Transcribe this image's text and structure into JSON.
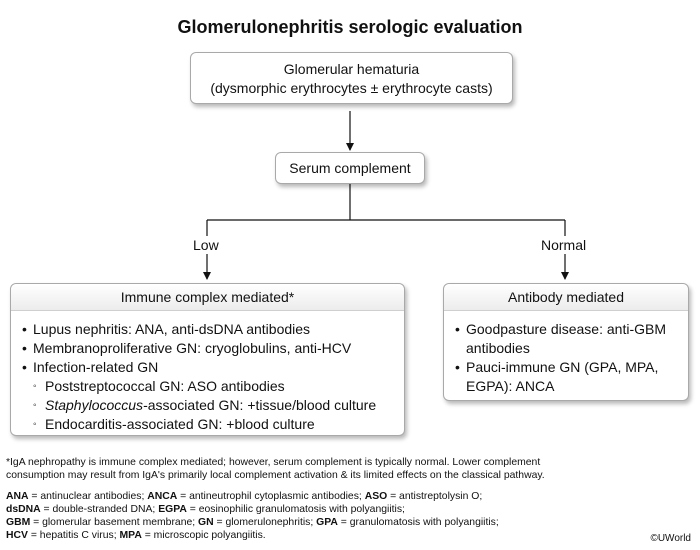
{
  "title": "Glomerulonephritis serologic evaluation",
  "nodes": {
    "hematuria": {
      "line1": "Glomerular hematuria",
      "line2": "(dysmorphic erythrocytes ± erythrocyte casts)"
    },
    "complement": "Serum complement",
    "low_label": "Low",
    "normal_label": "Normal"
  },
  "immune_box": {
    "header": "Immune complex mediated*",
    "items": [
      {
        "prefix": "",
        "em": "",
        "text": "Lupus nephritis: ANA, anti-dsDNA antibodies"
      },
      {
        "prefix": "",
        "em": "",
        "text": "Membranoproliferative GN: cryoglobulins, anti-HCV"
      },
      {
        "prefix": "",
        "em": "",
        "text": "Infection-related GN"
      }
    ],
    "subitems": [
      {
        "em": "",
        "text": "Poststreptococcal GN: ASO antibodies"
      },
      {
        "em": "Staphylococcus",
        "text": "-associated GN: +tissue/blood culture"
      },
      {
        "em": "",
        "text": "Endocarditis-associated GN: +blood culture"
      }
    ]
  },
  "antibody_box": {
    "header": "Antibody mediated",
    "items": [
      {
        "line1": "Goodpasture disease: anti-GBM",
        "line2": "antibodies"
      },
      {
        "line1": "Pauci-immune GN (GPA, MPA,",
        "line2": "EGPA): ANCA"
      }
    ]
  },
  "footnote": {
    "line1": "*IgA nephropathy is immune complex mediated; however, serum complement is typically normal. Lower complement",
    "line2": "consumption may result from IgA's primarily local complement activation & its limited effects on the classical pathway."
  },
  "abbreviations": [
    [
      {
        "k": "ANA",
        "v": " = antinuclear antibodies; "
      },
      {
        "k": "ANCA",
        "v": " = antineutrophil cytoplasmic antibodies; "
      },
      {
        "k": "ASO",
        "v": " = antistreptolysin O;"
      }
    ],
    [
      {
        "k": "dsDNA",
        "v": " = double-stranded DNA; "
      },
      {
        "k": "EGPA",
        "v": " = eosinophilic granulomatosis with polyangiitis;"
      }
    ],
    [
      {
        "k": "GBM",
        "v": " = glomerular basement membrane; "
      },
      {
        "k": "GN",
        "v": " = glomerulonephritis; "
      },
      {
        "k": "GPA",
        "v": " = granulomatosis with polyangiitis;"
      }
    ],
    [
      {
        "k": "HCV",
        "v": " = hepatitis C virus; "
      },
      {
        "k": "MPA",
        "v": " = microscopic polyangiitis."
      }
    ]
  ],
  "copyright": "©UWorld",
  "colors": {
    "border": "#a9a9a9",
    "line": "#111111",
    "header_gradient_end": "#ececec"
  }
}
